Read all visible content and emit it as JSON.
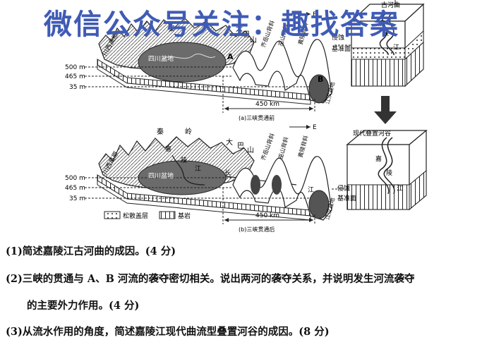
{
  "watermark": "微信公众号关注：趣找答案",
  "diagram_top": {
    "range_labels": [
      "川西高原",
      "大",
      "巴",
      "山",
      "秦"
    ],
    "basin_label": "四川盆地",
    "flow_letters": [
      "A",
      "B"
    ],
    "mountains": [
      "齐岳山背斜",
      "巫山背斜",
      "黄陵背斜"
    ],
    "plain_label": "江汉盆地",
    "elevations": [
      "500 m",
      "465 m",
      "35 m"
    ],
    "distance": "450 km",
    "caption": "(a)三峡贯通前",
    "east_marker": "E"
  },
  "diagram_bottom": {
    "range_labels": [
      "川西高原",
      "秦",
      "岭",
      "大",
      "巴",
      "山"
    ],
    "basin_label": "四川盆地",
    "river_labels": [
      "嘉",
      "陵",
      "江",
      "长",
      "江"
    ],
    "mountains": [
      "齐岳山背斜",
      "巫山背斜",
      "黄陵背斜"
    ],
    "plain_label": "江汉盆地",
    "elevations": [
      "500 m",
      "465 m",
      "35 m"
    ],
    "distance": "450 km",
    "caption": "(b)三峡贯通后",
    "east_marker": "E"
  },
  "block_top": {
    "title": "古河曲",
    "chars": [
      "嘉",
      "陵",
      "江"
    ],
    "side_label_1": "侵蚀",
    "side_label_2": "基准面"
  },
  "block_bottom": {
    "title": "现代叠置河谷",
    "chars": [
      "嘉",
      "陵",
      "江"
    ],
    "side_label_1": "侵蚀",
    "side_label_2": "基准面"
  },
  "legend": {
    "loose": "松散盖层",
    "bedrock": "基岩"
  },
  "questions": {
    "q1": "(1)简述嘉陵江古河曲的成因。(4 分)",
    "q2": "(2)三峡的贯通与 A、B 河流的袭夺密切相关。说出两河的袭夺关系，并说明发生河流袭夺",
    "q2b": "的主要外力作用。(4 分)",
    "q3": "(3)从流水作用的角度，简述嘉陵江现代曲流型叠置河谷的成因。(8 分)"
  }
}
